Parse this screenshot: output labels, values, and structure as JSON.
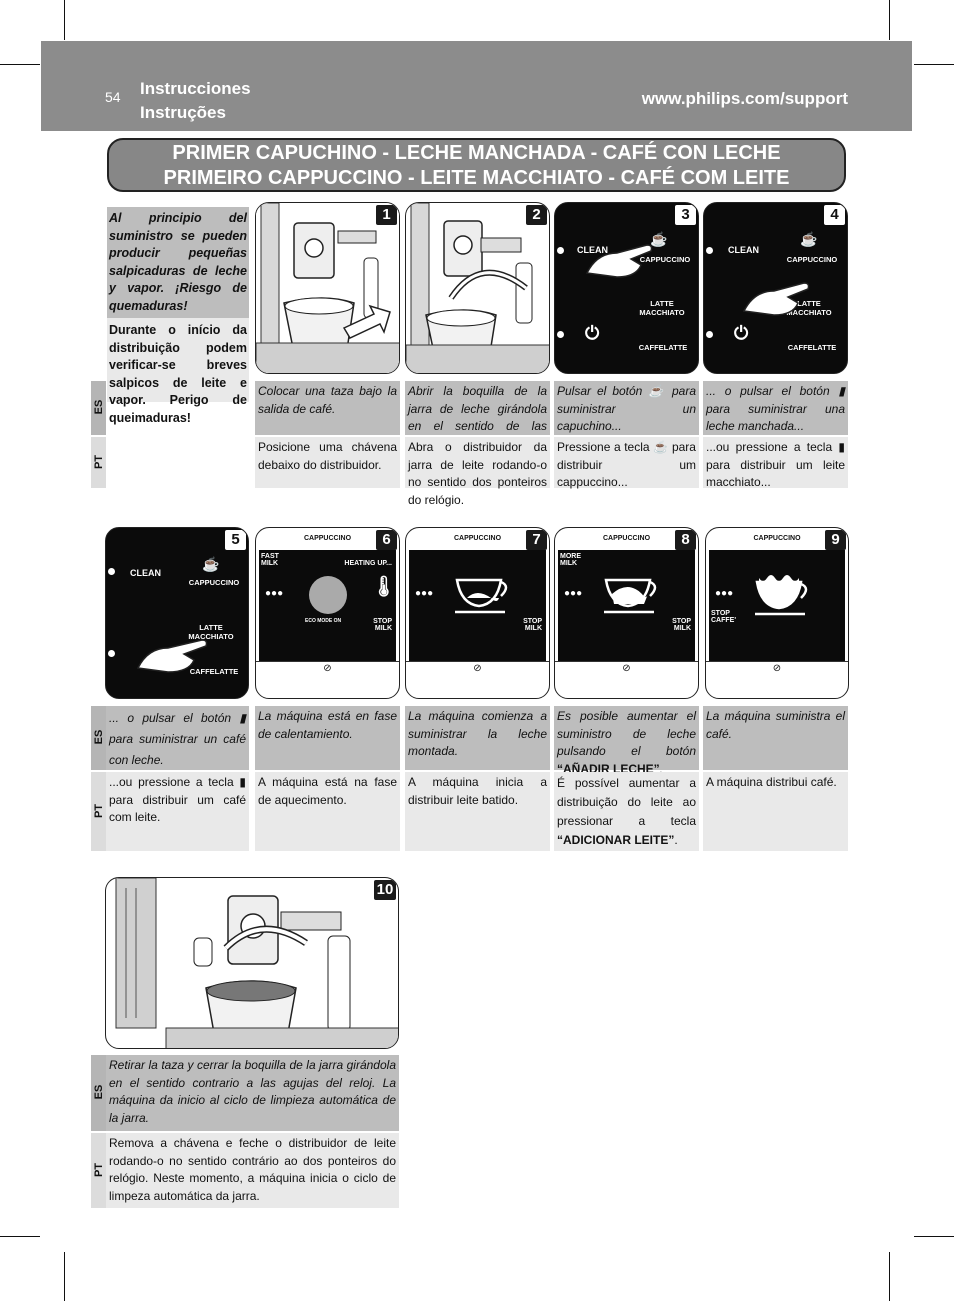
{
  "header": {
    "page_number": "54",
    "title_es": "Instrucciones",
    "title_pt": "Instruções",
    "url": "www.philips.com/support"
  },
  "banner": {
    "line1": "PRIMER CAPUCHINO - LECHE MANCHADA - CAFÉ CON LECHE",
    "line2": "PRIMEIRO CAPPUCCINO - LEITE MACCHIATO - CAFÉ COM LEITE"
  },
  "lang": {
    "es": "ES",
    "pt": "PT"
  },
  "warning": {
    "es": "Al principio del suministro se pueden producir pequeñas salpicaduras de leche y vapor. ¡Riesgo de quemaduras!",
    "pt": "Durante o início da distribuição podem verificar-se breves salpicos de leite e vapor. Perigo de queimaduras!"
  },
  "panel_labels": {
    "clean": "CLEAN",
    "cappuccino": "CAPPUCCINO",
    "latte": "LATTE MACCHIATO",
    "caffelatte": "CAFFELATTE",
    "fast_milk": "FAST MILK",
    "heating": "HEATING UP...",
    "eco": "ECO MODE ON",
    "stop_milk": "STOP MILK",
    "more_milk": "MORE MILK",
    "stop_caffe": "STOP CAFFE'"
  },
  "steps": [
    {
      "num": "1",
      "es": "Colocar una taza bajo la salida de café.",
      "pt": "Posicione uma chávena debaixo do distribuidor."
    },
    {
      "num": "2",
      "es": "Abrir la boquilla de la jarra de leche girándola en el sentido de las agujas del reloj.",
      "pt": "Abra o distribuidor da jarra de leite rodando-o no sentido dos ponteiros do relógio."
    },
    {
      "num": "3",
      "es_a": "Pulsar el botón",
      "es_b": "para suministrar un capuchino...",
      "pt_a": "Pressione a tecla",
      "pt_b": "para distribuir um cappuccino..."
    },
    {
      "num": "4",
      "es_a": "... o pulsar el botón",
      "es_b": "para suministrar una leche manchada...",
      "pt_a": "...ou pressione a tecla",
      "pt_b": "para distribuir um leite macchiato..."
    },
    {
      "num": "5",
      "es_a": "... o pulsar el botón",
      "es_b": "para suministrar un café con leche.",
      "pt_a": "...ou pressione a tecla",
      "pt_b": "para distribuir um café com leite."
    },
    {
      "num": "6",
      "es": "La máquina está en fase de calentamiento.",
      "pt": "A máquina está na fase de aquecimento."
    },
    {
      "num": "7",
      "es": "La máquina comienza a suministrar la leche montada.",
      "pt": "A máquina inicia a distribuir leite batido."
    },
    {
      "num": "8",
      "es_a": "Es posible aumentar el suministro de leche pulsando el botón",
      "es_b": "“AÑADIR LECHE”",
      "pt_a": "É possível aumentar a distribuição do leite ao pressionar a tecla",
      "pt_b": "“ADICIONAR LEITE”"
    },
    {
      "num": "9",
      "es": "La máquina suministra el café.",
      "pt": "A máquina distribui café."
    },
    {
      "num": "10",
      "es": "Retirar la taza y cerrar la boquilla de la jarra girándola en el sentido contrario a las agujas del reloj. La máquina da inicio al ciclo de limpieza automática de la jarra.",
      "pt": "Remova a chávena e feche o distribuidor de leite rodando-o no sentido contrário ao dos ponteiros do relógio. Neste momento, a máquina inicia o ciclo de limpeza automática da jarra."
    }
  ],
  "colors": {
    "header_bg": "#8c8c8c",
    "es_bg": "#bdbdbd",
    "pt_bg": "#e9e9e9",
    "screen_bg": "#0b0b0b"
  }
}
